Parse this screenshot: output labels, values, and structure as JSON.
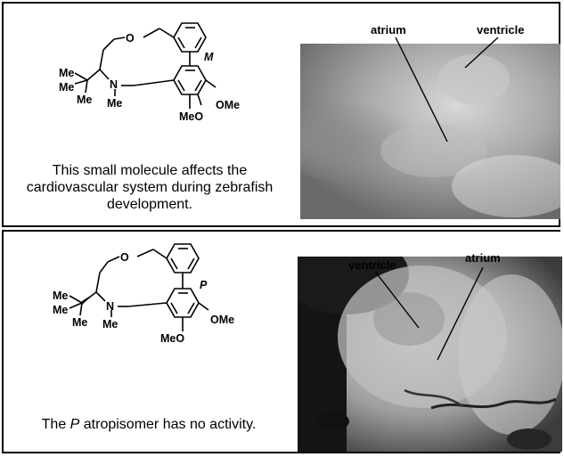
{
  "panels": [
    {
      "structure": {
        "atoms": [
          "O",
          "Me",
          "Me",
          "Me",
          "N",
          "Me",
          "MeO",
          "OMe"
        ],
        "stereo_descriptor": "M"
      },
      "caption": "This small molecule affects the cardiovascular system during zebrafish development.",
      "image_labels": [
        "atrium",
        "ventricle"
      ]
    },
    {
      "structure": {
        "atoms": [
          "O",
          "Me",
          "Me",
          "Me",
          "N",
          "Me",
          "MeO",
          "OMe"
        ],
        "stereo_descriptor": "P"
      },
      "caption": {
        "descriptor": "P",
        "rest": " atropisomer has no activity.",
        "prefix": "The "
      },
      "image_labels": [
        "ventricle",
        "atrium"
      ]
    }
  ]
}
